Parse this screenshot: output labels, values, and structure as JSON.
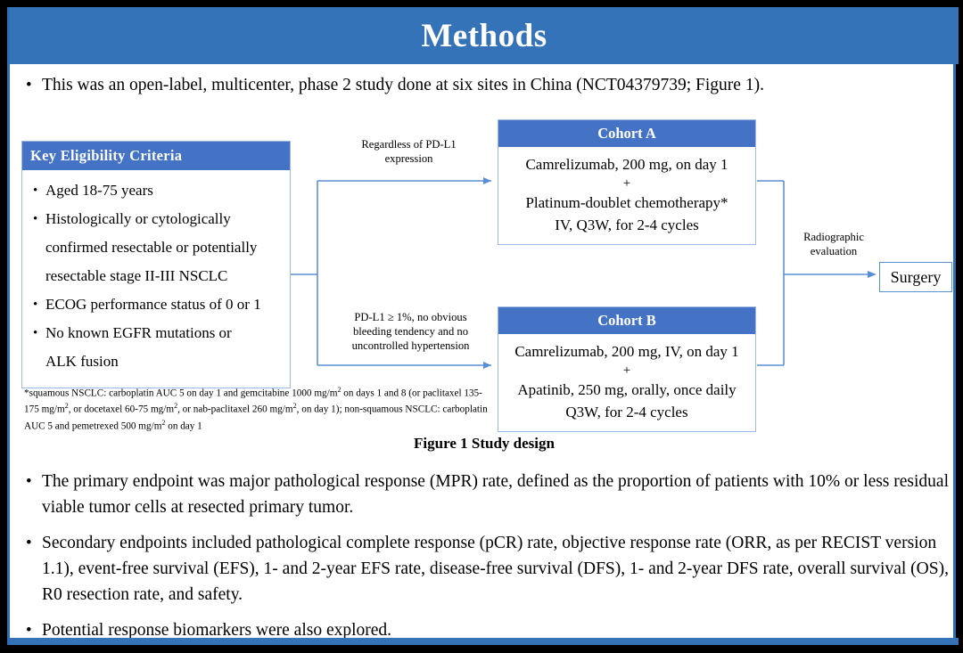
{
  "slide": {
    "title": "Methods",
    "lead_bullet": "This was an open-label, multicenter, phase 2 study done at six sites in China (NCT04379739; Figure 1).",
    "bullet_marker": "•"
  },
  "figure": {
    "caption": "Figure 1 Study design",
    "eligibility": {
      "header": "Key  Eligibility Criteria",
      "items": [
        "Aged 18-75 years",
        "Histologically or cytologically",
        "confirmed resectable or potentially",
        "resectable stage II-III  NSCLC",
        "ECOG performance status of 0 or 1",
        "No known EGFR mutations or",
        "ALK fusion"
      ],
      "bulleted_flags": [
        true,
        true,
        false,
        false,
        true,
        true,
        false
      ]
    },
    "footnote_lines": [
      "*squamous NSCLC: carboplatin AUC 5 on day 1 and gemcitabine 1000 mg/m",
      "2",
      " on days 1 and 8 (or paclitaxel 135-175  mg/m",
      "2",
      ", or docetaxel 60-75 mg/m",
      "2",
      ", or nab-paclitaxel 260 mg/m",
      "2",
      ", on day 1); non-squamous NSCLC: carboplatin AUC 5 and pemetrexed 500 mg/m",
      "2",
      " on day 1"
    ],
    "cohort_a": {
      "header": "Cohort A",
      "line1": "Camrelizumab, 200 mg, on day 1",
      "plus": "+",
      "line2": "Platinum-doublet chemotherapy*",
      "line3": "IV, Q3W, for 2-4 cycles"
    },
    "cohort_b": {
      "header": "Cohort B",
      "line1": "Camrelizumab, 200 mg, IV, on day 1",
      "plus": "+",
      "line2": "Apatinib, 250 mg, orally, once daily",
      "line3": "Q3W, for 2-4 cycles"
    },
    "labels": {
      "regardless_line1": "Regardless  of PD-L1",
      "regardless_line2": "expression",
      "pdl1_line1": "PD-L1 ≥ 1%, no obvious",
      "pdl1_line2": "bleeding  tendency  and no",
      "pdl1_line3": "uncontrolled  hypertension",
      "radiographic_line1": "Radiographic",
      "radiographic_line2": "evaluation"
    },
    "surgery": "Surgery"
  },
  "body_bullets": [
    "The primary endpoint was major pathological response (MPR) rate, defined as the proportion of patients with 10% or less residual viable tumor cells at resected primary tumor.",
    "Secondary endpoints included pathological complete response (pCR) rate, objective response rate (ORR, as per RECIST version 1.1), event-free survival (EFS), 1- and 2-year EFS rate, disease-free survival (DFS), 1- and 2-year DFS rate, overall survival (OS), R0 resection rate, and safety.",
    "Potential response biomarkers were also explored."
  ],
  "colors": {
    "banner_blue": "#3573B9",
    "accent_blue": "#4472C4",
    "connector_blue": "#5B8FD4",
    "box_border": "#9DB9E0",
    "text_black": "#000000",
    "page_background": "#000000"
  }
}
